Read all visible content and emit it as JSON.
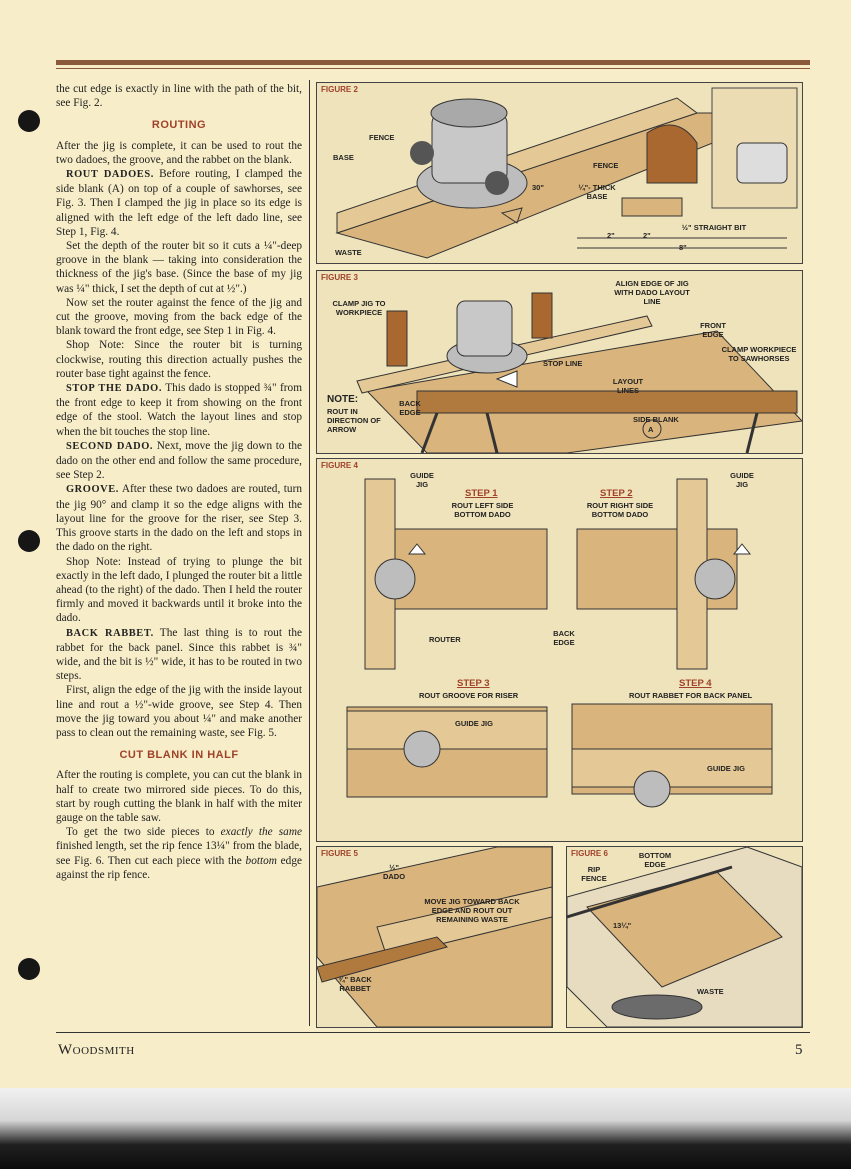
{
  "article": {
    "p1": "the cut edge is exactly in line with the path of the bit, see Fig. 2.",
    "routing_heading": "ROUTING",
    "p2": "After the jig is complete, it can be used to rout the two dadoes, the groove, and the rabbet on the blank.",
    "p3_runin": "ROUT DADOES.",
    "p3": " Before routing, I clamped the side blank (A) on top of a couple of sawhorses, see Fig. 3. Then I clamped the jig in place so its edge is aligned with the left edge of the left dado line, see Step 1, Fig. 4.",
    "p4": "Set the depth of the router bit so it cuts a ¼\"-deep groove in the blank — taking into consideration the thickness of the jig's base. (Since the base of my jig was ¼\" thick, I set the depth of cut at ½\".)",
    "p5": "Now set the router against the fence of the jig and cut the groove, moving from the back edge of the blank toward the front edge, see Step 1 in Fig. 4.",
    "p6": "Shop Note: Since the router bit is turning clockwise, routing this direction actually pushes the router base tight against the fence.",
    "p7_runin": "STOP THE DADO.",
    "p7": " This dado is stopped ¾\" from the front edge to keep it from showing on the front edge of the stool. Watch the layout lines and stop when the bit touches the stop line.",
    "p8_runin": "SECOND DADO.",
    "p8": " Next, move the jig down to the dado on the other end and follow the same procedure, see Step 2.",
    "p9_runin": "GROOVE.",
    "p9": " After these two dadoes are routed, turn the jig 90° and clamp it so the edge aligns with the layout line for the groove for the riser, see Step 3. This groove starts in the dado on the left and stops in the dado on the right.",
    "p10": "Shop Note: Instead of trying to plunge the bit exactly in the left dado, I plunged the router bit a little ahead (to the right) of the dado. Then I held the router firmly and moved it backwards until it broke into the dado.",
    "p11_runin": "BACK RABBET.",
    "p11": " The last thing is to rout the rabbet for the back panel. Since this rabbet is ¾\" wide, and the bit is ½\" wide, it has to be routed in two steps.",
    "p12": "First, align the edge of the jig with the inside layout line and rout a ½\"-wide groove, see Step 4. Then move the jig toward you about ¼\" and make another pass to clean out the remaining waste, see Fig. 5.",
    "cut_heading": "CUT BLANK IN HALF",
    "p13": "After the routing is complete, you can cut the blank in half to create two mirrored side pieces. To do this, start by rough cutting the blank in half with the miter gauge on the table saw.",
    "p14a": "To get the two side pieces to ",
    "p14b": "exactly the same",
    "p14c": " finished length, set the rip fence 13¼\" from the blade, see Fig. 6. Then cut each piece with the ",
    "p14d": "bottom",
    "p14e": " edge against the rip fence."
  },
  "footer": {
    "magazine": "Woodsmith",
    "page": "5"
  },
  "fig2": {
    "title": "FIGURE 2",
    "fence": "FENCE",
    "base": "BASE",
    "waste": "WASTE",
    "len": "30\"",
    "fence2": "FENCE",
    "thick_base": "¼\"- THICK BASE",
    "bit": "½\" STRAIGHT BIT",
    "d1": "2\"",
    "d2": "2\"",
    "d3": "8\""
  },
  "fig3": {
    "title": "FIGURE 3",
    "clamp_jig": "CLAMP JIG TO WORKPIECE",
    "align": "ALIGN EDGE OF JIG WITH DADO LAYOUT LINE",
    "front_edge": "FRONT EDGE",
    "clamp_work": "CLAMP WORKPIECE TO SAWHORSES",
    "stop_line": "STOP LINE",
    "layout_lines": "LAYOUT LINES",
    "side_blank": "SIDE BLANK",
    "a": "A",
    "note_title": "NOTE:",
    "note": "ROUT IN DIRECTION OF ARROW",
    "back_edge": "BACK EDGE"
  },
  "fig4": {
    "title": "FIGURE 4",
    "guide_left": "GUIDE JIG",
    "guide_right": "GUIDE JIG",
    "step1": "STEP 1",
    "step1_sub": "ROUT LEFT SIDE BOTTOM DADO",
    "step2": "STEP 2",
    "step2_sub": "ROUT RIGHT SIDE BOTTOM DADO",
    "router": "ROUTER",
    "back_edge": "BACK EDGE",
    "step3": "STEP 3",
    "step3_sub": "ROUT GROOVE FOR RISER",
    "guide3": "GUIDE JIG",
    "step4": "STEP 4",
    "step4_sub": "ROUT RABBET FOR BACK PANEL",
    "guide4": "GUIDE JIG"
  },
  "fig5": {
    "title": "FIGURE 5",
    "dado": "½\" DADO",
    "move": "MOVE JIG TOWARD BACK EDGE AND ROUT OUT REMAINING WASTE",
    "rabbet": "¾\" BACK RABBET"
  },
  "fig6": {
    "title": "FIGURE 6",
    "bottom_edge": "BOTTOM EDGE",
    "rip": "RIP FENCE",
    "dim": "13¼\"",
    "waste": "WASTE"
  }
}
